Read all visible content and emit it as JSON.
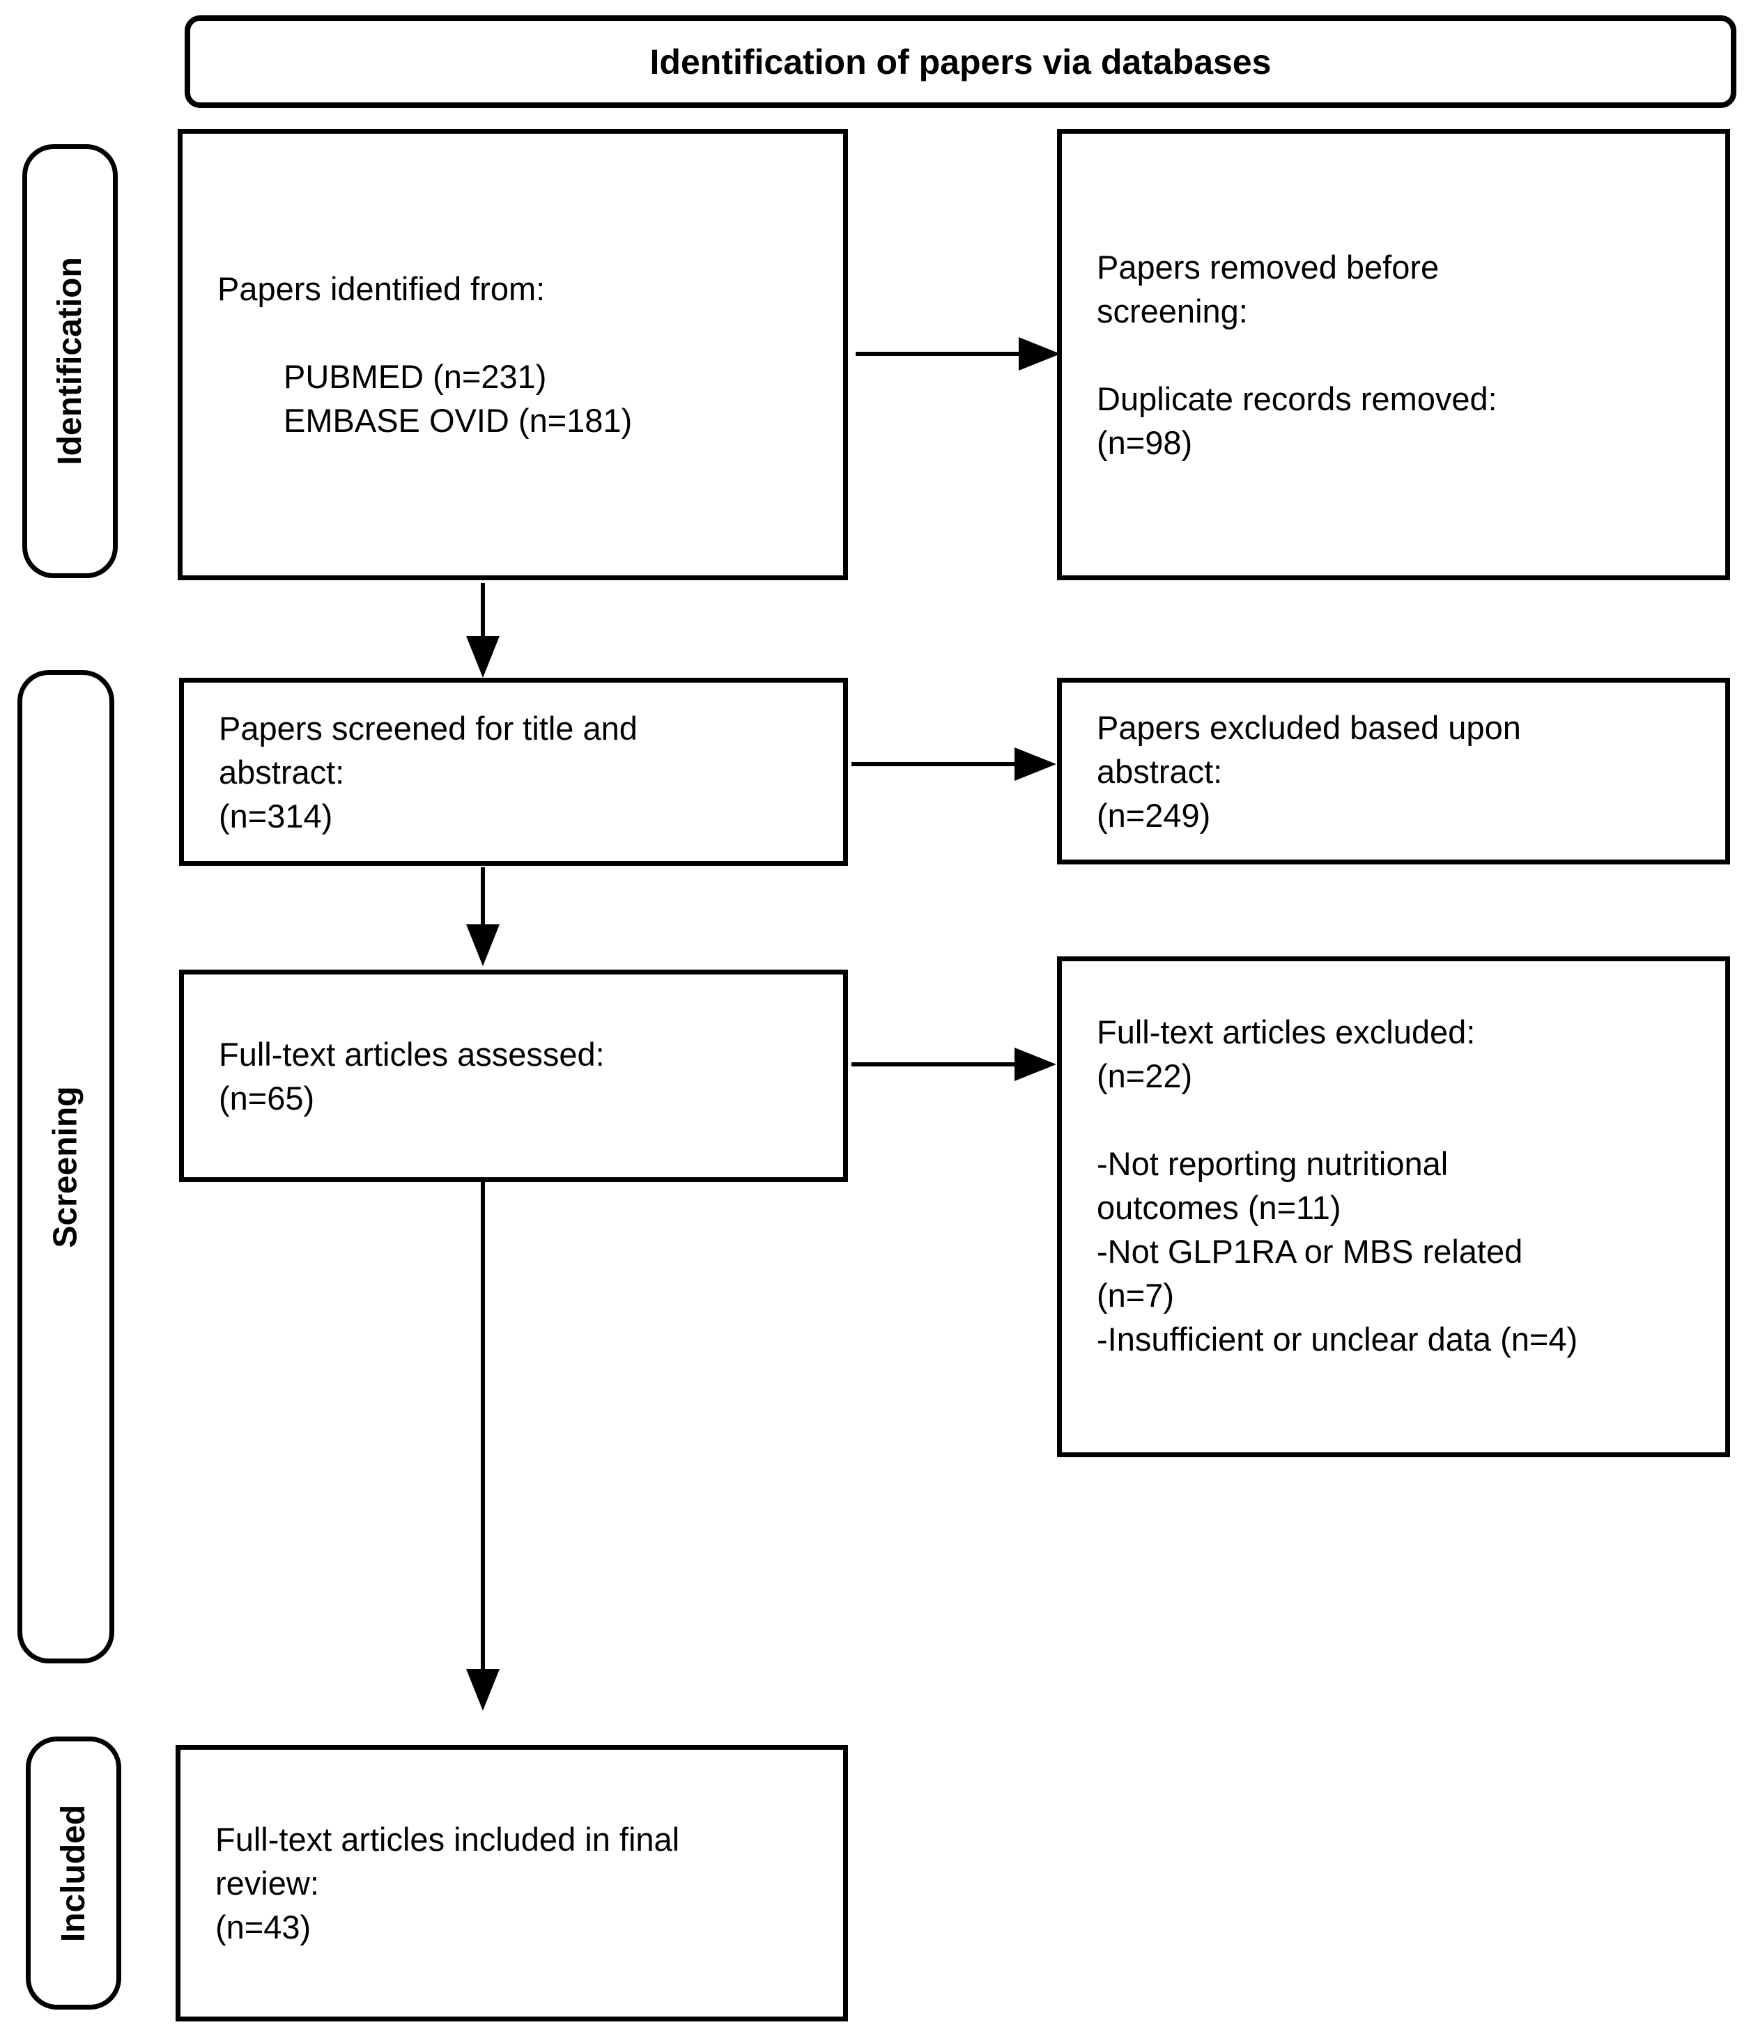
{
  "header": {
    "title": "Identification of papers via databases"
  },
  "sidebar": {
    "stages": [
      {
        "label": "Identification"
      },
      {
        "label": "Screening"
      },
      {
        "label": "Included"
      }
    ]
  },
  "flow": {
    "identified": {
      "lines": [
        "Papers identified from:",
        "",
        "PUBMED (n=231)",
        "EMBASE OVID (n=181)"
      ]
    },
    "removed_before_screening": {
      "lines": [
        "Papers removed before",
        "screening:",
        "",
        "Duplicate records removed:",
        "(n=98)"
      ]
    },
    "screened": {
      "lines": [
        "Papers screened for title and",
        "abstract:",
        "(n=314)"
      ]
    },
    "excluded_abstract": {
      "lines": [
        "Papers excluded based upon",
        "abstract:",
        "(n=249)"
      ]
    },
    "fulltext_assessed": {
      "lines": [
        "Full-text articles assessed:",
        "(n=65)"
      ]
    },
    "fulltext_excluded": {
      "lines": [
        "Full-text articles excluded:",
        "(n=22)",
        "",
        "-Not reporting nutritional",
        "outcomes (n=11)",
        "-Not GLP1RA or MBS related",
        "(n=7)",
        "-Insufficient or unclear data (n=4)"
      ]
    },
    "included_final": {
      "lines": [
        "Full-text articles included in final",
        "review:",
        "(n=43)"
      ]
    }
  },
  "colors": {
    "line": "#000000",
    "background": "#ffffff"
  }
}
